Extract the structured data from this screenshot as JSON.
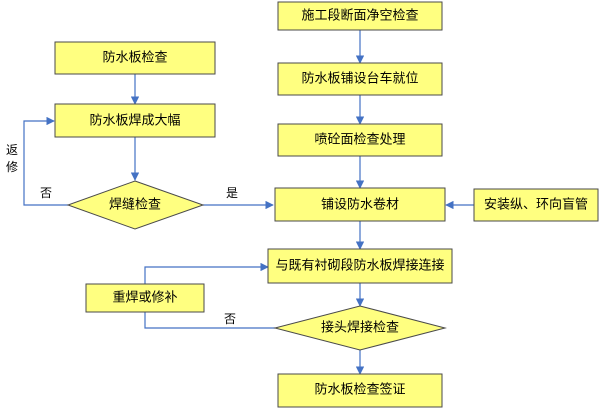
{
  "nodes": {
    "n1": "施工段断面净空检查",
    "n2": "防水板铺设台车就位",
    "n3": "喷砼面检查处理",
    "n4": "铺设防水卷材",
    "n5": "与既有衬砌段防水板焊接连接",
    "n6": "接头焊接检查",
    "n7": "防水板检查签证",
    "l1": "防水板检查",
    "l2": "防水板焊成大幅",
    "l3": "焊缝检查",
    "r1": "安装纵、环向盲管",
    "r2": "重焊或修补"
  },
  "labels": {
    "yes": "是",
    "no_top": "否",
    "no_bottom": "否",
    "return_1": "返",
    "return_2": "修"
  },
  "colors": {
    "box_fill": "#ffff80",
    "box_stroke": "#4a4a4a",
    "arrow": "#4472c4"
  }
}
